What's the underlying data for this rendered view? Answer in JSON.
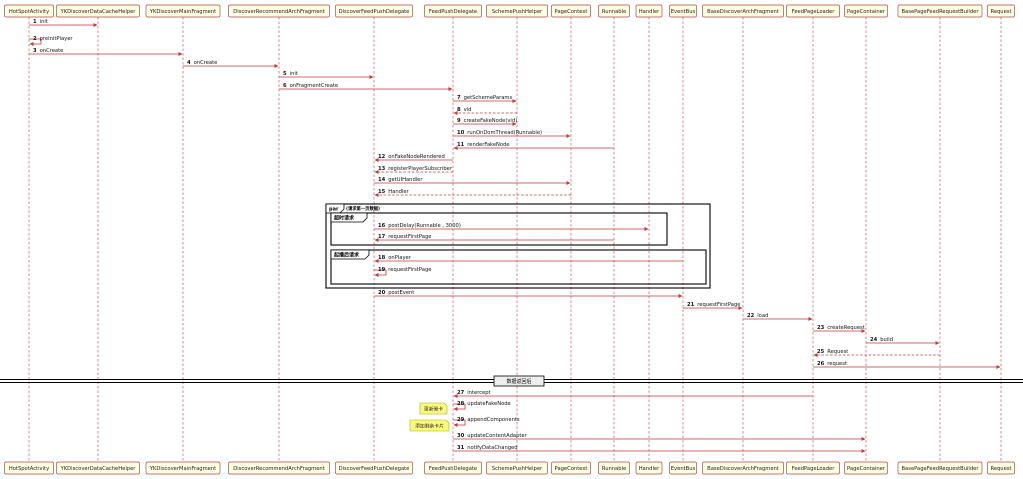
{
  "participants": [
    "HotSpotActivity",
    "YKDiscoverDataCacheHelper",
    "YKDiscoverMainFragment",
    "DiscoverRecommendArchFragment",
    "DiscoverFeedPushDelegate",
    "FeedPushDelegate",
    "SchemePushHelper",
    "PageContext",
    "Runnable",
    "Handler",
    "EventBus",
    "BaseDiscoverArchFragment",
    "FeedPageLoader",
    "PageContainer",
    "BasePageFeedRequestBuilder",
    "Request"
  ],
  "messages": [
    {
      "num": "1",
      "text": "init",
      "from": 0,
      "to": 1,
      "style": "solid"
    },
    {
      "num": "2",
      "text": "preInitPlayer",
      "from": 0,
      "to": 0,
      "style": "self"
    },
    {
      "num": "3",
      "text": "onCreate",
      "from": 0,
      "to": 2,
      "style": "solid"
    },
    {
      "num": "4",
      "text": "onCreate",
      "from": 2,
      "to": 3,
      "style": "solid"
    },
    {
      "num": "5",
      "text": "init",
      "from": 3,
      "to": 4,
      "style": "solid"
    },
    {
      "num": "6",
      "text": "onFragmentCreate",
      "from": 3,
      "to": 5,
      "style": "solid"
    },
    {
      "num": "7",
      "text": "getSchemeParams",
      "from": 5,
      "to": 6,
      "style": "solid"
    },
    {
      "num": "8",
      "text": "vid",
      "from": 6,
      "to": 5,
      "style": "dashed"
    },
    {
      "num": "9",
      "text": "createFakeNode(vid)",
      "from": 5,
      "to": 6,
      "style": "solid"
    },
    {
      "num": "10",
      "text": "runOnDomThread(Runnable)",
      "from": 5,
      "to": 7,
      "style": "solid"
    },
    {
      "num": "11",
      "text": "renderFakeNode",
      "from": 8,
      "to": 5,
      "style": "solid"
    },
    {
      "num": "12",
      "text": "onFakeNodeRendered",
      "from": 5,
      "to": 4,
      "style": "solid"
    },
    {
      "num": "13",
      "text": "registerPlayerSubscriber",
      "from": 5,
      "to": 4,
      "style": "dashed"
    },
    {
      "num": "14",
      "text": "getUIHandler",
      "from": 4,
      "to": 7,
      "style": "solid"
    },
    {
      "num": "15",
      "text": "Handler",
      "from": 7,
      "to": 4,
      "style": "dashed"
    },
    {
      "num": "16",
      "text": "postDelay(Runnable , 3000)",
      "from": 4,
      "to": 9,
      "style": "solid"
    },
    {
      "num": "17",
      "text": "requestFirstPage",
      "from": 8,
      "to": 4,
      "style": "solid"
    },
    {
      "num": "18",
      "text": "onPlayer",
      "from": 10,
      "to": 4,
      "style": "solid"
    },
    {
      "num": "19",
      "text": "requestFirstPage",
      "from": 4,
      "to": 4,
      "style": "self"
    },
    {
      "num": "20",
      "text": "postEvent",
      "from": 4,
      "to": 10,
      "style": "solid"
    },
    {
      "num": "21",
      "text": "requestFirstPage",
      "from": 10,
      "to": 11,
      "style": "solid"
    },
    {
      "num": "22",
      "text": "load",
      "from": 11,
      "to": 12,
      "style": "solid"
    },
    {
      "num": "23",
      "text": "createRequest",
      "from": 12,
      "to": 13,
      "style": "solid"
    },
    {
      "num": "24",
      "text": "build",
      "from": 13,
      "to": 14,
      "style": "solid"
    },
    {
      "num": "25",
      "text": "Request",
      "from": 14,
      "to": 12,
      "style": "dashed"
    },
    {
      "num": "26",
      "text": "request",
      "from": 12,
      "to": 15,
      "style": "solid"
    },
    {
      "num": "27",
      "text": "intercept",
      "from": 12,
      "to": 5,
      "style": "solid"
    },
    {
      "num": "28",
      "text": "updateFakeNode",
      "from": 5,
      "to": 5,
      "style": "self"
    },
    {
      "num": "29",
      "text": "appendComponents",
      "from": 5,
      "to": 5,
      "style": "self"
    },
    {
      "num": "30",
      "text": "updateContentAdapter",
      "from": 5,
      "to": 13,
      "style": "solid"
    },
    {
      "num": "31",
      "text": "notifyDataChanged",
      "from": 5,
      "to": 13,
      "style": "solid"
    }
  ],
  "fragments": {
    "par_keyword": "par",
    "par_label": "(请求第一页数据)",
    "group1_label": "超时请求",
    "group2_label": "起播后请求"
  },
  "divider_label": "数据返回后",
  "notes": [
    {
      "text": "更新假卡",
      "msg": "28"
    },
    {
      "text": "添加剩余卡片",
      "msg": "29"
    }
  ]
}
